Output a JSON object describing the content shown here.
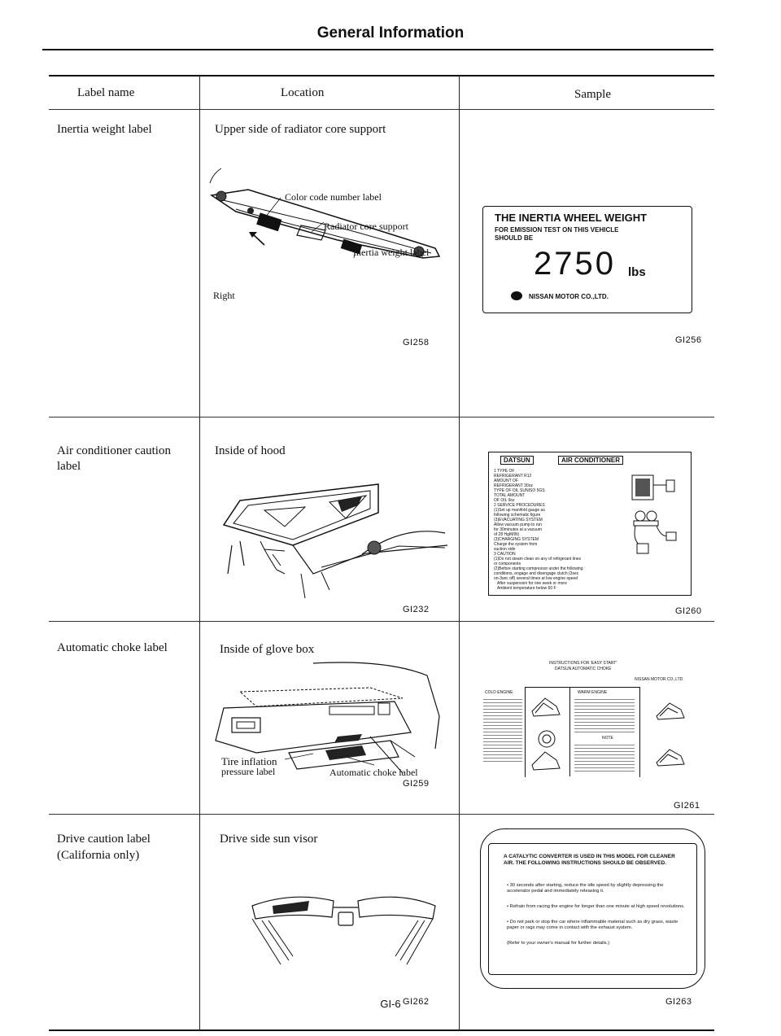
{
  "header": {
    "title": "General Information"
  },
  "columns": {
    "label_name": "Label name",
    "location": "Location",
    "sample": "Sample"
  },
  "rows": [
    {
      "name": "Inertia weight label",
      "location": "Upper side of radiator core support",
      "callouts": [
        "Color code number label",
        "Radiator core support",
        "Inertia weight label",
        "Right"
      ],
      "figure_code": "GI258",
      "sample_code": "GI256",
      "sample": {
        "heading": "THE INERTIA WHEEL WEIGHT",
        "line1": "FOR EMISSION TEST ON THIS VEHICLE",
        "line2": "SHOULD BE",
        "weight": "2750",
        "unit": "lbs",
        "maker": "NISSAN MOTOR CO.,LTD."
      }
    },
    {
      "name": "Air conditioner caution label",
      "location": "Inside of hood",
      "figure_code": "GI232",
      "sample_code": "GI260",
      "sample": {
        "brand": "DATSUN",
        "title": "AIR CONDITIONER",
        "lines": [
          "1 TYPE OF",
          "REFRIGERANT   R12",
          "AMOUNT OF",
          "REFRIGERANT   30oz",
          "TYPE OF OIL   SUNISO 5GS",
          "TOTAL AMOUNT",
          "OF OIL        9oz",
          "2 SERVICE PROCEDURES",
          "(1)Set up manifold gauge as",
          "following schematic figure",
          "(3)EVACUATING SYSTEM",
          "Allow vacuum pump to run",
          "for 30minutes at a vacuum",
          "of 28 HgIMIN)",
          "(3)CHARGING SYSTEM",
          "Charge the system from",
          "suction side",
          "3 CAUTION",
          "(1)Do not steam clean on any of refrigerant lines",
          "or components",
          "(2)Before starting compressor under the following",
          "conditions, engage and disengage clutch (3sec",
          "on-3sec off) several times at low engine speed",
          "After suspension for one week or more",
          "Ambient temperature below 60 F"
        ]
      }
    },
    {
      "name": "Automatic choke label",
      "location": "Inside of glove box",
      "callouts": [
        "Tire inflation",
        "pressure label",
        "Automatic choke label"
      ],
      "figure_code": "GI259",
      "sample_code": "GI261",
      "sample": {
        "heading": "INSTRUCTIONS FOR 'EASY START'",
        "subheading": "DATSUN AUTOMATIC CHOKE",
        "maker": "NISSAN MOTOR CO.,LTD.",
        "cold": "COLD ENGINE",
        "warm": "WARM ENGINE",
        "note": "NOTE"
      }
    },
    {
      "name": "Drive caution label",
      "name2": "(California only)",
      "location": "Drive side sun visor",
      "figure_code": "GI262",
      "sample_code": "GI263",
      "sample": {
        "heading": "A CATALYTIC CONVERTER IS USED IN THIS MODEL FOR CLEANER AIR. THE FOLLOWING INSTRUCTIONS SHOULD BE OBSERVED.",
        "items": [
          "• 30 seconds after starting, reduce the idle speed by slightly depressing the accelerator pedal and immediately releasing it.",
          "• Refrain from racing the engine for longer than one minute at high speed revolutions.",
          "• Do not park or stop the car where inflammable material such as dry grass, waste paper or rags may come in contact with the exhaust system.",
          "(Refer to your owner's manual for further details.)"
        ]
      }
    }
  ],
  "footer": {
    "page": "GI-6"
  }
}
